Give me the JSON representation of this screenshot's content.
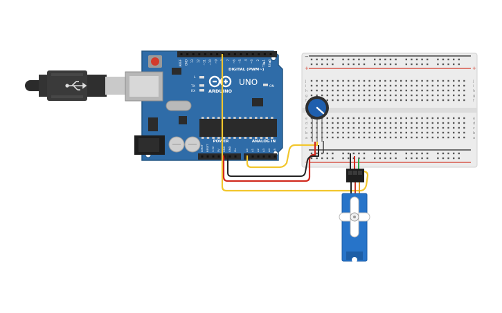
{
  "board": {
    "brand": "ARDUINO",
    "model": "UNO",
    "digital_label": "DIGITAL (PWM~)",
    "power_label": "POWER",
    "analog_label": "ANALOG IN",
    "on_label": "ON",
    "tx_label": "TX",
    "rx_label": "RX",
    "l_label": "L",
    "top_pins": [
      "AREF",
      "GND",
      "13",
      "12",
      "~11",
      "~10",
      "~9",
      "8",
      "7",
      "~6",
      "~5",
      "4",
      "~3",
      "2",
      "TX▶1",
      "RX◀0"
    ],
    "power_pins": [
      "IOREF",
      "RESET",
      "3.3V",
      "5V",
      "GND",
      "GND",
      "Vin"
    ],
    "analog_pins": [
      "A0",
      "A1",
      "A2",
      "A3",
      "A4",
      "A5"
    ]
  },
  "breadboard": {
    "row_letters_top": [
      "j",
      "i",
      "h",
      "g",
      "f"
    ],
    "row_letters_bottom": [
      "e",
      "d",
      "c",
      "b",
      "a"
    ],
    "plus_label": "+",
    "minus_label": "−"
  },
  "colors": {
    "board": "#2f6ca8",
    "board_edge": "#245684",
    "header": "#2a2a2a",
    "breadboard": "#ececec",
    "rail_red": "#d43b2b",
    "wire_yellow": "#f2c62c",
    "wire_red": "#d12a1e",
    "wire_black": "#222222",
    "servo": "#2774c9",
    "pot_knob": "#1f5fae"
  }
}
